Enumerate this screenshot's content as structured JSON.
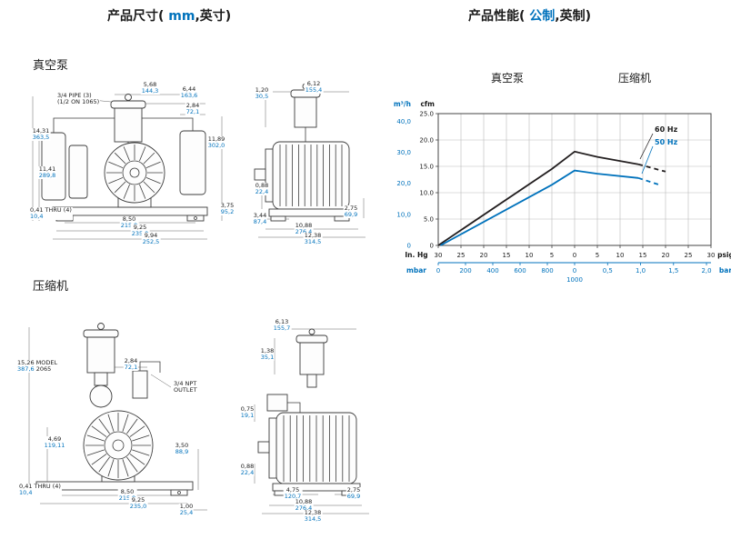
{
  "colors": {
    "accent_blue": "#0072bc",
    "line_black": "#231f20"
  },
  "titles": {
    "dimensions": {
      "prefix": "产品尺寸(",
      "metric": " mm",
      "suffix": ",英寸)"
    },
    "performance": {
      "prefix": "产品性能( ",
      "metric": "公制",
      "suffix": ",英制)"
    }
  },
  "labels": {
    "vacuum_pump": "真空泵",
    "compressor": "压缩机"
  },
  "vacuum_front": {
    "note_pipe_line1": "3/4 PIPE (3)",
    "note_pipe_line2": "(1/2 ON 1065)",
    "hole_note": "0,41 THRU (4)",
    "hole_mm": "10,4",
    "dims": {
      "top_w1": {
        "in": "5,68",
        "mm": "144,3"
      },
      "top_w2": {
        "in": "6,44",
        "mm": "163,6"
      },
      "top_w3": {
        "in": "2,84",
        "mm": "72,1"
      },
      "left_h1": {
        "in": "14,31",
        "mm": "363,5"
      },
      "left_h2": {
        "in": "11,41",
        "mm": "289,8"
      },
      "right_h1": {
        "in": "11,89",
        "mm": "302,0"
      },
      "right_w1": {
        "in": "3,75",
        "mm": "95,2"
      },
      "bot_w1": {
        "in": "8,50",
        "mm": "215,9"
      },
      "bot_w2": {
        "in": "9,25",
        "mm": "235,0"
      },
      "bot_w3": {
        "in": "9,94",
        "mm": "252,5"
      }
    }
  },
  "vacuum_side": {
    "dims": {
      "top_w1": {
        "in": "1,20",
        "mm": "30,5"
      },
      "top_w2": {
        "in": "6,12",
        "mm": "155,4"
      },
      "left_h1": {
        "in": "0,88",
        "mm": "22,4"
      },
      "right_w1": {
        "in": "2,75",
        "mm": "69,9"
      },
      "bot_w1": {
        "in": "3,44",
        "mm": "87,4"
      },
      "bot_w2": {
        "in": "10,88",
        "mm": "276,4"
      },
      "bot_w3": {
        "in": "12,38",
        "mm": "314,5"
      }
    }
  },
  "compressor_front": {
    "model_line1": "15,26 MODEL",
    "model_mm": "387,6",
    "model_num": "2065",
    "outlet_line1": "3/4 NPT",
    "outlet_line2": "OUTLET",
    "hole_note": "0,41 THRU (4)",
    "hole_mm": "10,4",
    "dims": {
      "top_w1": {
        "in": "2,84",
        "mm": "72,1"
      },
      "left_h1": {
        "in": "4,69",
        "mm": "119,11"
      },
      "right_h1": {
        "in": "3,50",
        "mm": "88,9"
      },
      "bot_w1": {
        "in": "8,50",
        "mm": "215,9"
      },
      "bot_w2": {
        "in": "9,25",
        "mm": "235,0"
      },
      "bot_w3": {
        "in": "1,00",
        "mm": "25,4"
      }
    }
  },
  "compressor_side": {
    "dims": {
      "top_w1": {
        "in": "6,13",
        "mm": "155,7"
      },
      "top_w2": {
        "in": "1,38",
        "mm": "35,1"
      },
      "left_h1": {
        "in": "0,75",
        "mm": "19,1"
      },
      "left_h2": {
        "in": "0,88",
        "mm": "22,4"
      },
      "bot_w1": {
        "in": "4,75",
        "mm": "120,7"
      },
      "bot_w2": {
        "in": "2,75",
        "mm": "69,9"
      },
      "bot_w3": {
        "in": "10,88",
        "mm": "276,4"
      },
      "bot_w4": {
        "in": "12,38",
        "mm": "314,5"
      }
    }
  },
  "chart_data": {
    "type": "line",
    "region_labels": {
      "left": "真空泵",
      "right": "压缩机"
    },
    "y_axis": {
      "imperial": {
        "unit": "cfm",
        "values": [
          0,
          5,
          10,
          15,
          20,
          25
        ],
        "labels": [
          "0",
          "5.0",
          "10.0",
          "15.0",
          "20.0",
          "25.0"
        ]
      },
      "metric": {
        "unit": "m³/h",
        "values": [
          0,
          10,
          20,
          30,
          40
        ],
        "labels": [
          "0",
          "10,0",
          "20,0",
          "30,0",
          "40,0"
        ],
        "cfm_per_unit": 0.5886
      }
    },
    "x_axis": {
      "primary": {
        "unit_left": "In. Hg",
        "unit_right": "psig",
        "tick_labels": [
          "30",
          "25",
          "20",
          "15",
          "10",
          "5",
          "0",
          "5",
          "10",
          "15",
          "20",
          "25",
          "30"
        ]
      },
      "secondary": {
        "unit_left": "mbar",
        "unit_right": "bar",
        "mbar_values": [
          0,
          200,
          400,
          600,
          800
        ],
        "mbar_labels": [
          "0",
          "200",
          "400",
          "600",
          "800"
        ],
        "bar_values": [
          0,
          0.5,
          1.0,
          1.5,
          2.0
        ],
        "bar_labels": [
          "0",
          "0,5",
          "1,0",
          "1,5",
          "2,0"
        ],
        "center_sub_label": "1000"
      }
    },
    "series": [
      {
        "name": "60 Hz",
        "color": "#231f20",
        "solid_points": [
          [
            -30,
            0
          ],
          [
            -5,
            14.5
          ],
          [
            0,
            17.8
          ],
          [
            5,
            16.8
          ],
          [
            14,
            15.4
          ]
        ],
        "dashed_points": [
          [
            14,
            15.4
          ],
          [
            20,
            14.0
          ]
        ]
      },
      {
        "name": "50 Hz",
        "color": "#0072bc",
        "solid_points": [
          [
            -29.5,
            0
          ],
          [
            -5,
            11.5
          ],
          [
            0,
            14.2
          ],
          [
            5,
            13.6
          ],
          [
            14,
            12.8
          ]
        ],
        "dashed_points": [
          [
            14,
            12.8
          ],
          [
            19,
            11.4
          ]
        ]
      }
    ]
  }
}
